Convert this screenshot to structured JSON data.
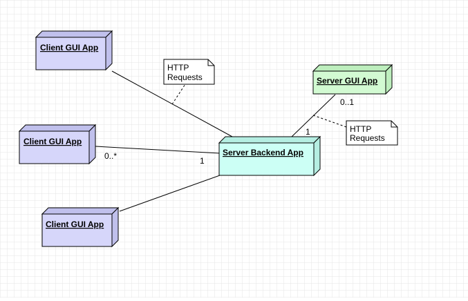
{
  "diagram": {
    "colors": {
      "client_fill": "#d6d6fa",
      "client_side": "#c0c0ec",
      "backend_fill": "#ccfff5",
      "backend_side": "#b5eee2",
      "gui_fill": "#d2fad2",
      "gui_side": "#bdeebd",
      "grid": "#e4e4e4",
      "stroke": "#000000"
    },
    "nodes": [
      {
        "id": "client-1",
        "label": "Client GUI App"
      },
      {
        "id": "client-2",
        "label": "Client GUI App"
      },
      {
        "id": "client-3",
        "label": "Client GUI App"
      },
      {
        "id": "backend",
        "label": "Server Backend App"
      },
      {
        "id": "server-gui",
        "label": "Server GUI App"
      }
    ],
    "notes": [
      {
        "id": "note-1",
        "lines": [
          "HTTP",
          "Requests"
        ]
      },
      {
        "id": "note-2",
        "lines": [
          "HTTP",
          "Requests"
        ]
      }
    ],
    "multiplicities": {
      "client_many": "0..*",
      "backend_one_left": "1",
      "gui_zero_one": "0..1",
      "backend_one_top": "1"
    }
  }
}
